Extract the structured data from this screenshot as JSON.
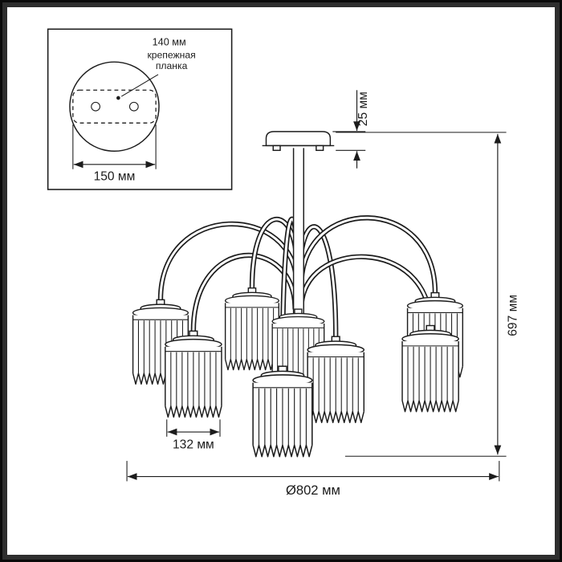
{
  "inset": {
    "hole_spacing_label": "140 мм",
    "bracket_line1": "крепежная",
    "bracket_line2": "планка",
    "plate_width_label": "150 мм"
  },
  "dims": {
    "canopy_height": "25 мм",
    "total_height": "697 мм",
    "shade_diameter": "132 мм",
    "overall_diameter": "Ø802 мм"
  }
}
